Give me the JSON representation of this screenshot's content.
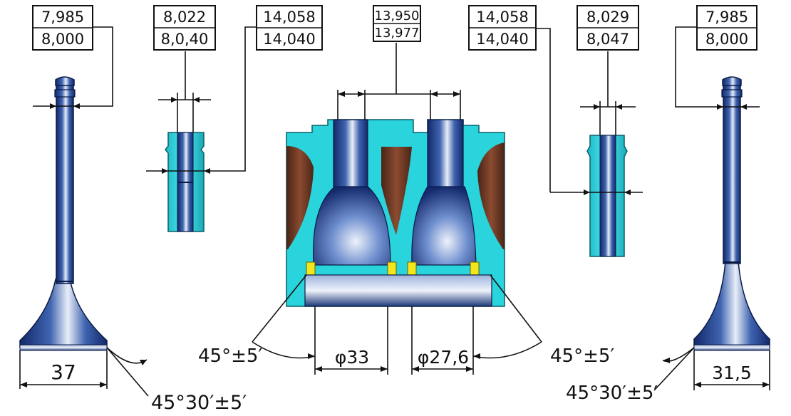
{
  "labels": {
    "exhaust_stem_dia": {
      "line1": "7,985",
      "line2": "8,000"
    },
    "guide_a_inner": {
      "line1": "8,022",
      "line2": "8,0,40"
    },
    "guide_a_outer": {
      "line1": "14,058",
      "line2": "14,040"
    },
    "seat_bore": {
      "line1": "13,950",
      "line2": "13,977"
    },
    "guide_b_outer": {
      "line1": "14,058",
      "line2": "14,040"
    },
    "guide_b_inner": {
      "line1": "8,029",
      "line2": "8,047"
    },
    "intake_stem_dia": {
      "line1": "7,985",
      "line2": "8,000"
    },
    "exhaust_head_dia": "37",
    "intake_head_dia": "31,5",
    "seat_a_dia": "φ33",
    "seat_b_dia": "φ27,6",
    "seat_a_angle": "45°±5′",
    "seat_b_angle": "45°±5′",
    "exhaust_face_angle": "45°30′±5′",
    "intake_face_angle": "45°30′±5′"
  },
  "colors": {
    "head_body": "#29d4dd",
    "port": "#6e3a25",
    "steel_dark": "#1d3a78",
    "steel_light": "#e9eef8",
    "seat_insert": "#f3e61e"
  }
}
